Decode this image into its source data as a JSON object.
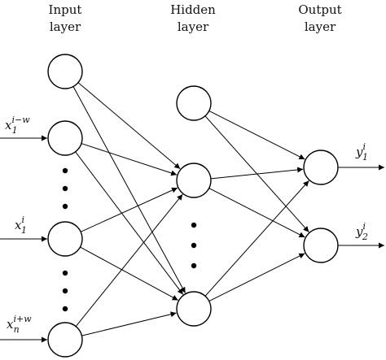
{
  "layers": [
    {
      "key": "input",
      "title_line1": "Input",
      "title_line2": "layer"
    },
    {
      "key": "hidden",
      "title_line1": "Hidden",
      "title_line2": "layer"
    },
    {
      "key": "output",
      "title_line1": "Output",
      "title_line2": "layer"
    }
  ],
  "input_labels": [
    {
      "base": "x",
      "sup": "i−w",
      "sub": "1"
    },
    {
      "base": "x",
      "sup": "i",
      "sub": "1"
    },
    {
      "base": "x",
      "sup": "i+w",
      "sub": "n"
    }
  ],
  "output_labels": [
    {
      "base": "y",
      "sup": "i",
      "sub": "1"
    },
    {
      "base": "y",
      "sup": "i",
      "sub": "2"
    }
  ]
}
